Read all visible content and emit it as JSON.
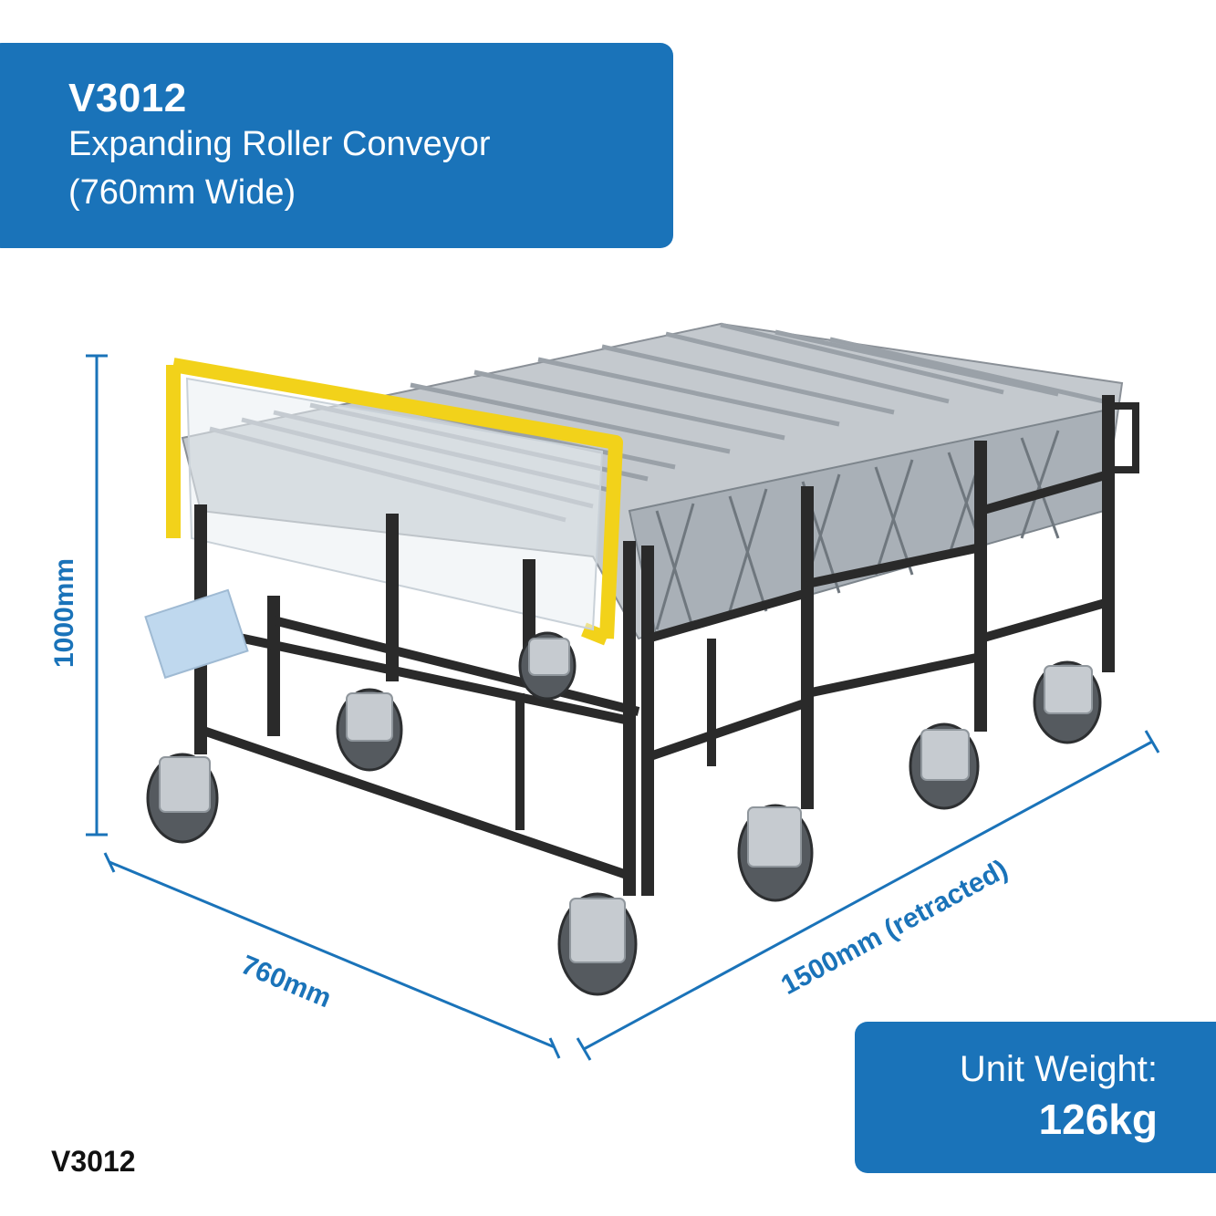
{
  "header": {
    "code": "V3012",
    "product_name": "Expanding Roller Conveyor",
    "width_note": "(760mm Wide)"
  },
  "dimensions": {
    "height": "1000mm",
    "width": "760mm",
    "length": "1500mm (retracted)"
  },
  "weight": {
    "label": "Unit Weight:",
    "value": "126kg"
  },
  "footer": {
    "code": "V3012"
  },
  "colors": {
    "brand_blue": "#1a73b9",
    "frame_black": "#2a2a2a",
    "roller_silver": "#b9bec4",
    "handle_yellow": "#f2d21a"
  }
}
